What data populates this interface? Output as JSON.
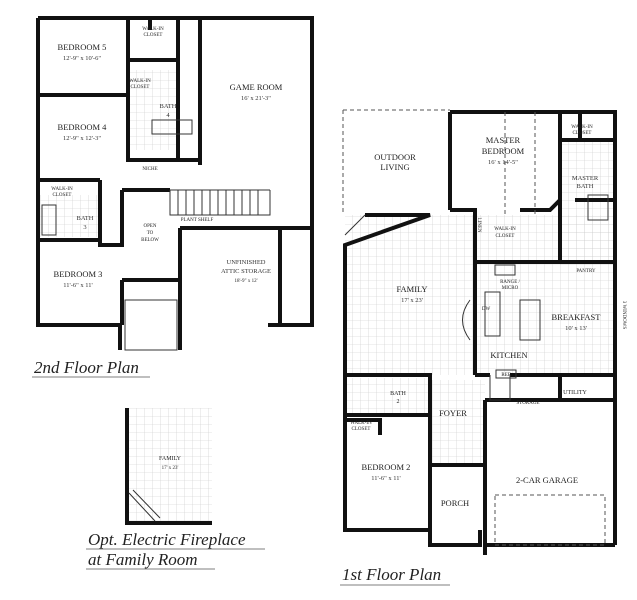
{
  "captions": {
    "second_floor": "2nd Floor Plan",
    "first_floor": "1st Floor Plan",
    "option_line1": "Opt. Electric Fireplace",
    "option_line2": "at Family Room"
  },
  "second_floor": {
    "bedroom5": {
      "name": "BEDROOM 5",
      "dim": "12'-9\" x 10'-6\""
    },
    "bedroom4": {
      "name": "BEDROOM 4",
      "dim": "12'-9\" x 12'-3\""
    },
    "bedroom3": {
      "name": "BEDROOM 3",
      "dim": "11'-6\" x 11'"
    },
    "game_room": {
      "name": "GAME ROOM",
      "dim": "16' x 21'-3\""
    },
    "attic": {
      "name1": "UNFINISHED",
      "name2": "ATTIC STORAGE",
      "dim": "18'-9\" x 12'"
    },
    "open_below": [
      "OPEN",
      "TO",
      "BELOW"
    ],
    "bath4": [
      "BATH",
      "4"
    ],
    "bath3": [
      "BATH",
      "3"
    ],
    "walk_in_closet": [
      "WALK-IN",
      "CLOSET"
    ],
    "niche": "NICHE",
    "plant_shelf": "PLANT SHELF"
  },
  "first_floor": {
    "outdoor_living": [
      "OUTDOOR",
      "LIVING"
    ],
    "master_bedroom": {
      "name1": "MASTER",
      "name2": "BEDROOM",
      "dim": "16' x 14'-5\""
    },
    "master_bath": [
      "MASTER",
      "BATH"
    ],
    "family": {
      "name": "FAMILY",
      "dim": "17' x 23'"
    },
    "breakfast": {
      "name": "BREAKFAST",
      "dim": "10' x 13'"
    },
    "kitchen": "KITCHEN",
    "range": [
      "RANGE /",
      "MICRO"
    ],
    "pantry": "PANTRY",
    "ref": "REF",
    "dw": "DW",
    "linen": "LINEN",
    "utility": "UTILITY",
    "storage": "STORAGE",
    "bath2": [
      "BATH",
      "2"
    ],
    "foyer": "FOYER",
    "bedroom2": {
      "name": "BEDROOM 2",
      "dim": "11'-6\" x 11'"
    },
    "porch": "PORCH",
    "garage": "2-CAR GARAGE",
    "walk_in_closet": [
      "WALK-IN",
      "CLOSET"
    ],
    "windows": "3 WINDOWS"
  },
  "option": {
    "family": {
      "name": "FAMILY",
      "dim": "17' x 23'"
    }
  }
}
